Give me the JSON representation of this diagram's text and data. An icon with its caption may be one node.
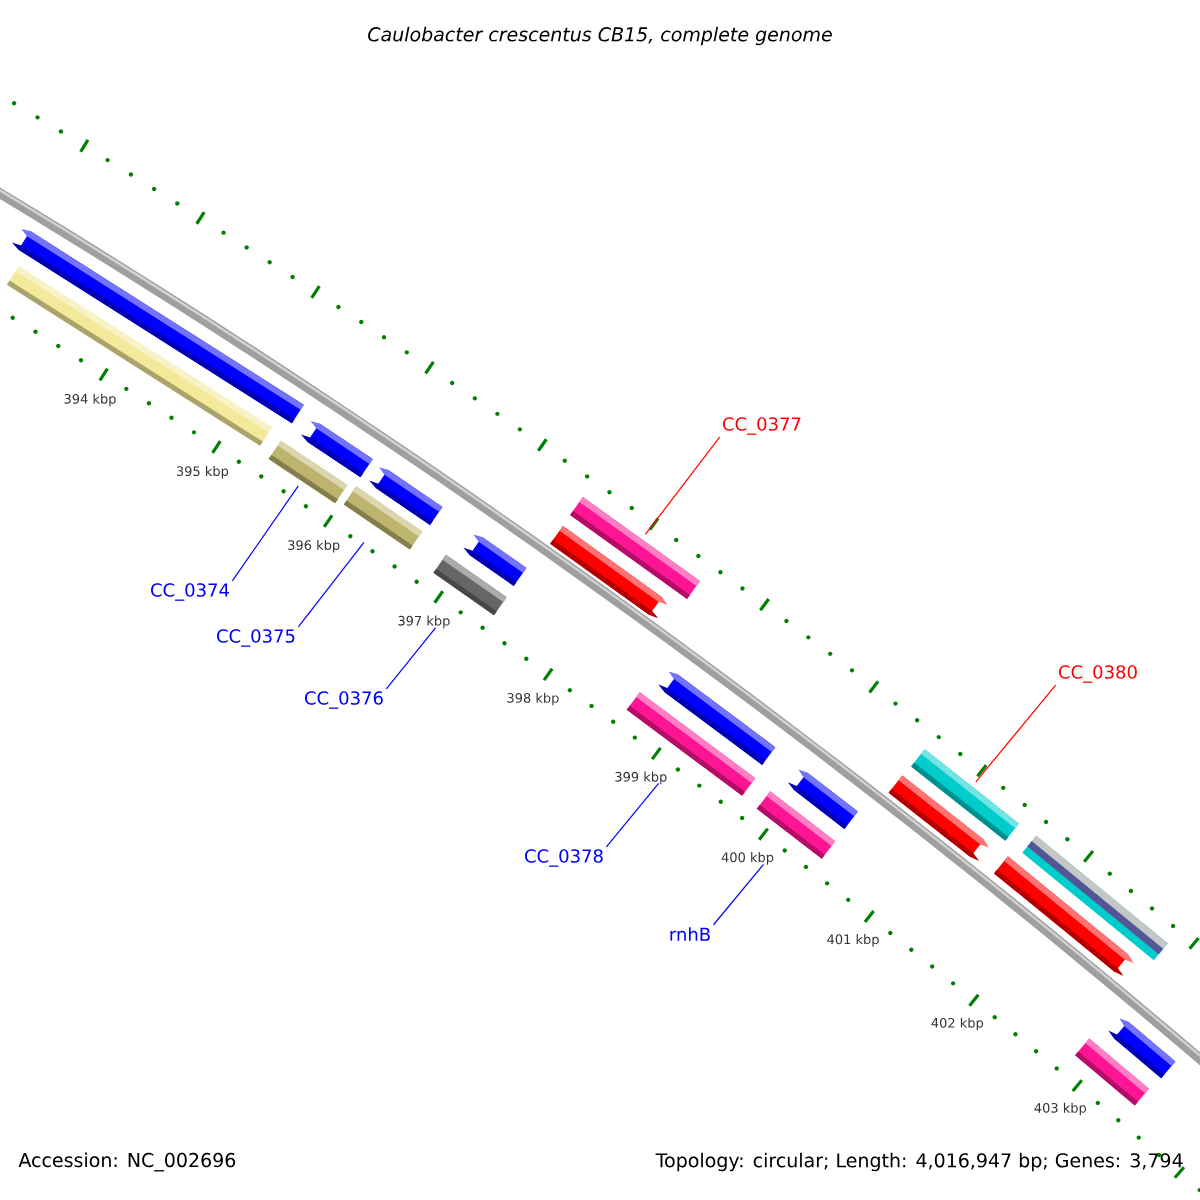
{
  "diagram": {
    "title": "Caulobacter crescentus CB15, complete genome",
    "nodes": [
      {
        "text": [
          "CC_0377"
        ]
      },
      {
        "text": [],
        "shape": "bar"
      },
      {
        "text": [
          "CC_0380"
        ]
      },
      {
        "text": [],
        "shape": "bar"
      },
      {
        "text": [],
        "shape": "bar"
      },
      {
        "text": [],
        "shape": "bar"
      },
      {
        "text": [],
        "shape": "bar"
      },
      {
        "text": [
          "CC_0374"
        ]
      },
      {
        "text": [
          "CC_0375"
        ]
      },
      {
        "text": [
          "CC_0376"
        ]
      },
      {
        "text": [],
        "shape": "bar"
      },
      {
        "text": [],
        "shape": "bar"
      },
      {
        "text": [
          "CC_0378"
        ]
      },
      {
        "text": [
          "rnhB"
        ]
      },
      {
        "text": [],
        "shape": "bar"
      },
      {
        "text": [],
        "shape": "arrow"
      },
      {
        "text": [],
        "shape": "arrow"
      },
      {
        "text": [],
        "shape": "arrow"
      },
      {
        "text": [],
        "shape": "arrow"
      },
      {
        "text": [],
        "shape": "arrow"
      },
      {
        "text": [],
        "shape": "arrow"
      },
      {
        "text": [],
        "shape": "arrow"
      },
      {
        "text": [],
        "shape": "arrow"
      },
      {
        "text": [],
        "shape": "arrow"
      },
      {
        "text": [],
        "shape": "bar"
      },
      {
        "text": [],
        "shape": "arrow"
      },
      {
        "text": [],
        "shape": "bar"
      }
    ],
    "edges": [
      {
        "from": 0,
        "to": 1,
        "arrow": "none",
        "color": "#ff0000"
      },
      {
        "from": 2,
        "to": 3,
        "arrow": "none",
        "color": "#ff0000"
      },
      {
        "from": 7,
        "to": 4,
        "arrow": "none"
      },
      {
        "from": 8,
        "to": 5,
        "arrow": "none"
      },
      {
        "from": 9,
        "to": 6,
        "arrow": "none"
      },
      {
        "from": 12,
        "to": 10,
        "arrow": "none"
      },
      {
        "from": 13,
        "to": 11,
        "arrow": "none"
      }
    ],
    "labels": [
      "394 kbp",
      "395 kbp",
      "396 kbp",
      "397 kbp",
      "398 kbp",
      "399 kbp",
      "400 kbp",
      "401 kbp",
      "402 kbp",
      "403 kbp",
      "Accession: NC_002696",
      "Topology: circular; Length: 4,016,947 bp; Genes: 3,794"
    ]
  }
}
